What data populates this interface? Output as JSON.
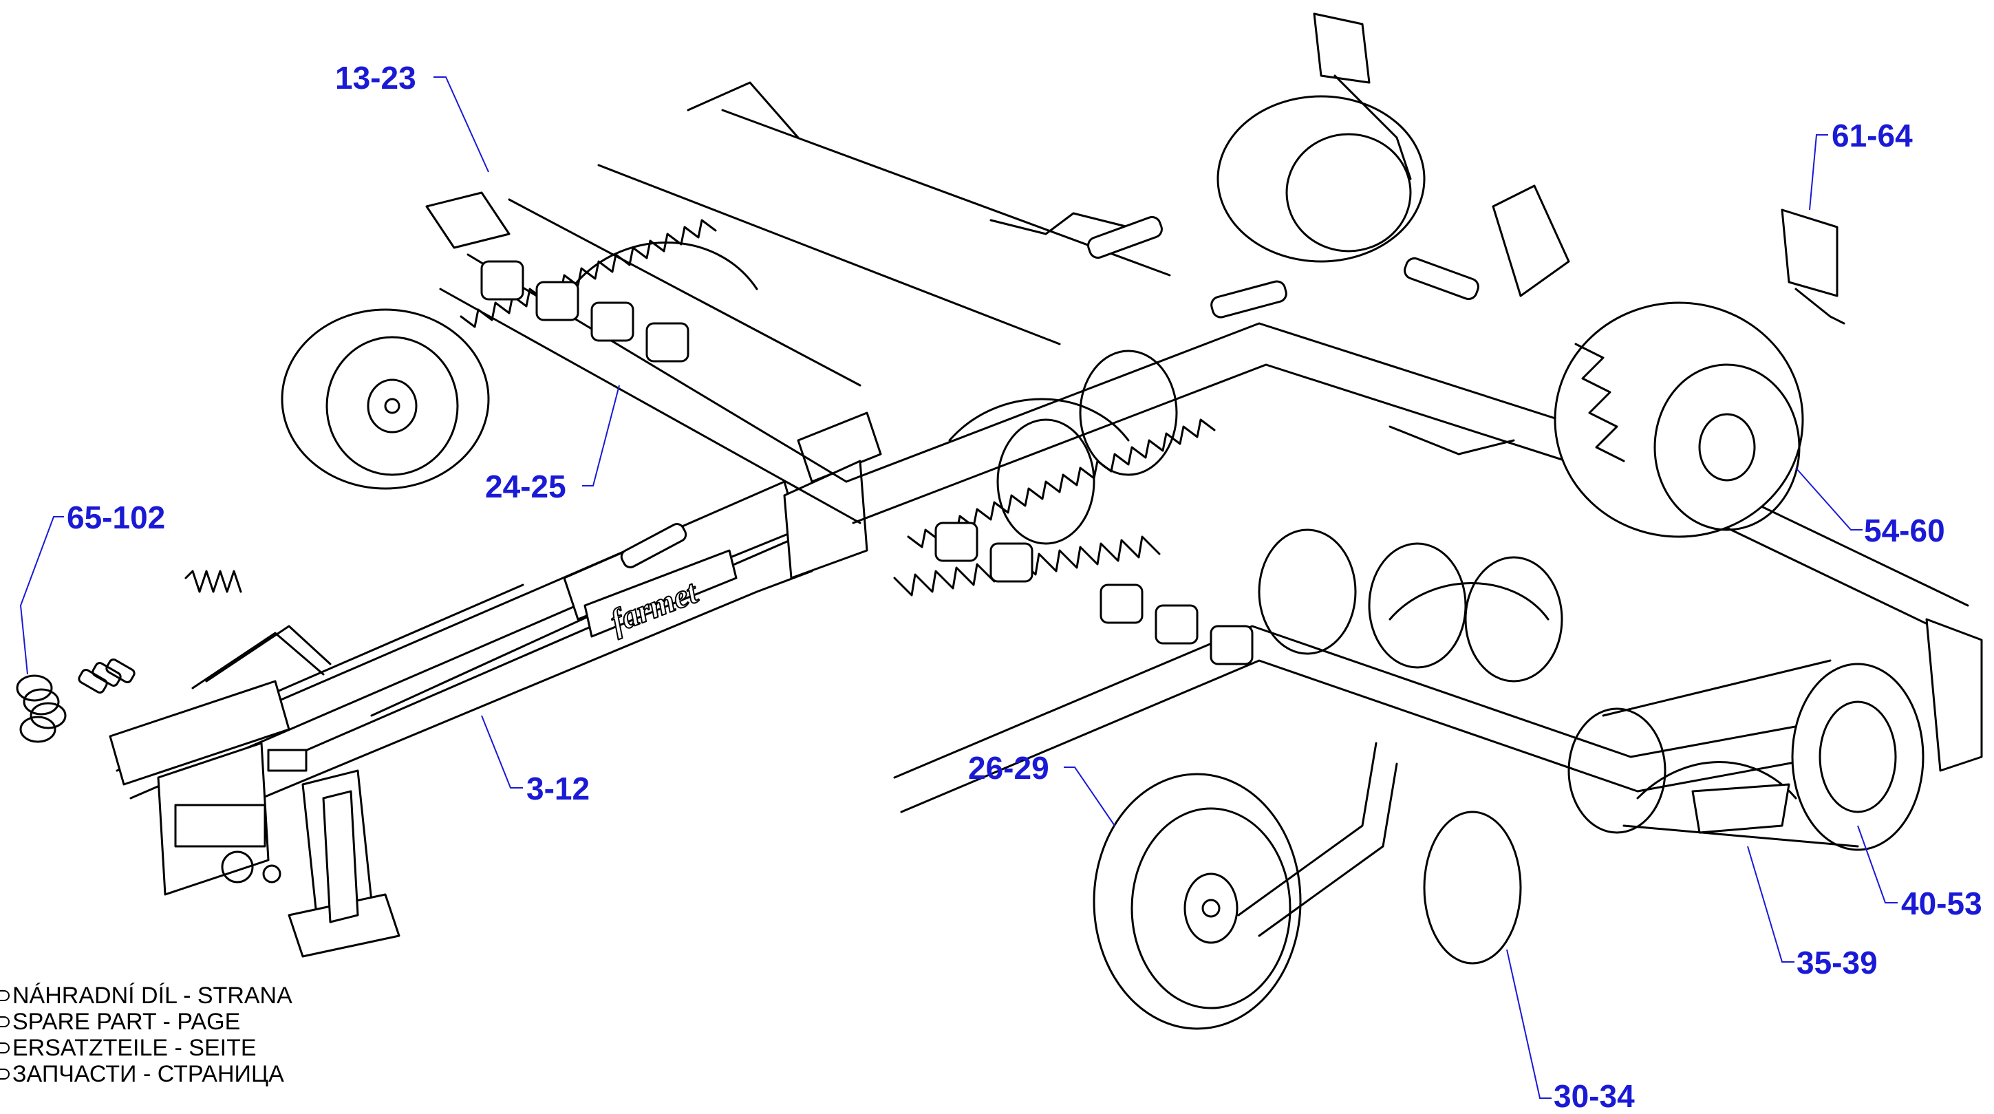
{
  "brand_logo": "farmet",
  "callouts": [
    {
      "id": "c1",
      "label": "13-23"
    },
    {
      "id": "c2",
      "label": "61-64"
    },
    {
      "id": "c3",
      "label": "65-102"
    },
    {
      "id": "c4",
      "label": "24-25"
    },
    {
      "id": "c5",
      "label": "54-60"
    },
    {
      "id": "c6",
      "label": "3-12"
    },
    {
      "id": "c7",
      "label": "26-29"
    },
    {
      "id": "c8",
      "label": "40-53"
    },
    {
      "id": "c9",
      "label": "35-39"
    },
    {
      "id": "c10",
      "label": "30-34"
    }
  ],
  "legend": [
    "NÁHRADNÍ DÍL - STRANA",
    "SPARE PART - PAGE",
    "ERSATZTEILE - SEITE",
    "ЗАПЧАСТИ - СТРАНИЦА"
  ],
  "colors": {
    "callout_text": "#1a1ad6",
    "leader_line": "#1a1ad6",
    "drawing_ink": "#000000"
  }
}
